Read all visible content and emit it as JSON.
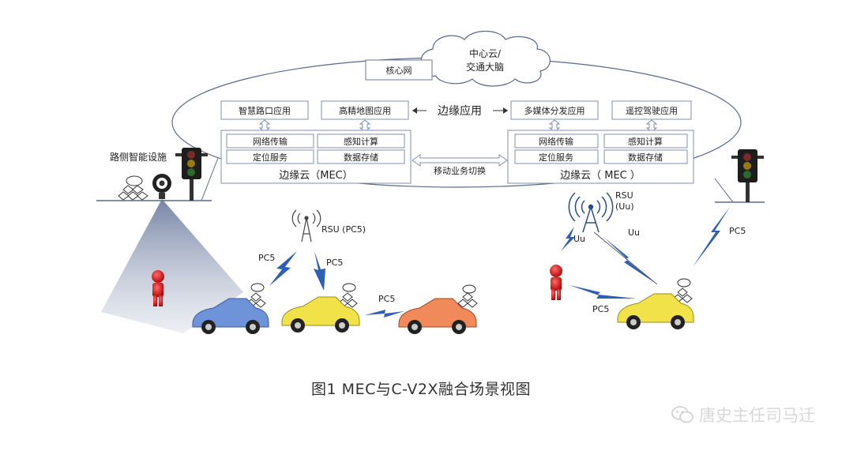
{
  "diagram": {
    "center_cloud": [
      "中心云/",
      "交通大脑"
    ],
    "core_network": "核心网",
    "edge_app_label": "边缘应用",
    "left_apps": [
      "智慧路口应用",
      "高精地图应用"
    ],
    "right_apps": [
      "多媒体分发应用",
      "遥控驾驶应用"
    ],
    "left_mec": {
      "cells": [
        "网络传输",
        "感知计算",
        "定位服务",
        "数据存储"
      ],
      "title": "边缘云（MEC）"
    },
    "right_mec": {
      "cells": [
        "网络传输",
        "感知计算",
        "定位服务",
        "数据存储"
      ],
      "title": "边缘云（ MEC ）"
    },
    "handover": "移动业务切换",
    "roadside": "路侧智能设施",
    "rsu_pc5": "RSU (PC5)",
    "rsu_uu": [
      "RSU",
      "(Uu)"
    ],
    "pc5": "PC5",
    "uu": "Uu"
  },
  "caption": "图1  MEC与C-V2X融合场景视图",
  "watermark": "唐史主任司马迁",
  "colors": {
    "line": "#5a6a8a",
    "box_border": "#8090b0",
    "lightning": "#2f5fb5",
    "car_blue": "#6f93d8",
    "car_yellow": "#f2e24a",
    "car_orange": "#f08a5a"
  }
}
